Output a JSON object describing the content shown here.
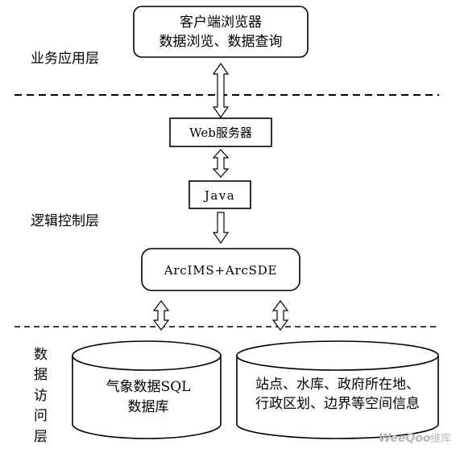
{
  "layers": {
    "business": "业务应用层",
    "logic": "逻辑控制层",
    "data": [
      "数",
      "据",
      "访",
      "问",
      "层"
    ]
  },
  "client": {
    "line1": "客户端浏览器",
    "line2": "数据浏览、数据查询"
  },
  "web_server": "Web服务器",
  "java": "Java",
  "gis_server": "ArcIMS+ArcSDE",
  "db_sql": {
    "line1": "气象数据SQL",
    "line2": "数据库"
  },
  "db_spatial": {
    "line1": "站点、水库、政府所在地、",
    "line2": "行政区划、边界等空间信息"
  },
  "watermark": {
    "brand": "WeeQoo",
    "suffix": "维库"
  }
}
